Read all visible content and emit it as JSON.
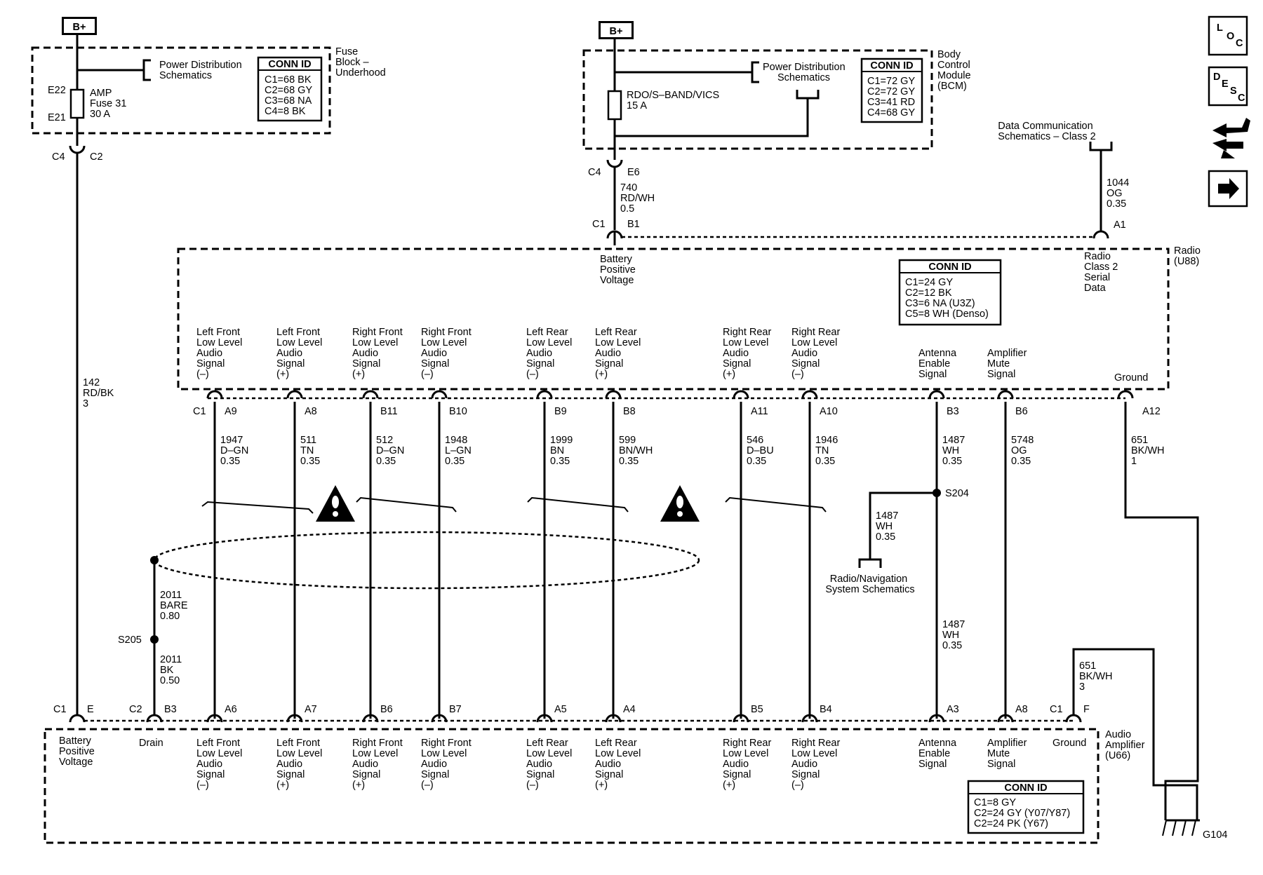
{
  "top": {
    "bplus_left": "B+",
    "bplus_mid": "B+"
  },
  "fuse_block": {
    "title_lines": [
      "Fuse",
      "Block –",
      "Underhood"
    ],
    "pds_lines": [
      "Power Distribution",
      "Schematics"
    ],
    "conn_title": "CONN ID",
    "conn_lines": [
      "C1=68 BK",
      "C2=68 GY",
      "C3=68 NA",
      "C4=8 BK"
    ],
    "fuse_lines": [
      "AMP",
      "Fuse 31",
      "30 A"
    ],
    "e22": "E22",
    "e21": "E21",
    "c4": "C4",
    "c2": "C2"
  },
  "bcm": {
    "title_lines": [
      "Body",
      "Control",
      "Module",
      "(BCM)"
    ],
    "pds_lines": [
      "Power Distribution",
      "Schematics"
    ],
    "conn_title": "CONN ID",
    "conn_lines": [
      "C1=72 GY",
      "C2=72 GY",
      "C3=41 RD",
      "C4=68 GY"
    ],
    "fuse_lines": [
      "RDO/S–BAND/VICS",
      "15 A"
    ],
    "c4": "C4",
    "e6": "E6"
  },
  "radio": {
    "title_lines": [
      "Radio",
      "(U88)"
    ],
    "conn_title": "CONN ID",
    "conn_lines": [
      "C1=24 GY",
      "C2=12 BK",
      "C3=6 NA (U3Z)",
      "C5=8 WH (Denso)"
    ],
    "bpv_lines": [
      "Battery",
      "Positive",
      "Voltage"
    ],
    "serial_lines": [
      "Radio",
      "Class 2",
      "Serial",
      "Data"
    ],
    "c1_b1": "C1",
    "b1": "B1",
    "a1": "A1",
    "ground": "Ground",
    "c1_row": "C1"
  },
  "data_comm": {
    "lines": [
      "Data Communication",
      "Schematics – Class 2"
    ],
    "wire_lines": [
      "1044",
      "OG",
      "0.35"
    ]
  },
  "bcm_wire": {
    "lines": [
      "740",
      "RD/WH",
      "0.5"
    ]
  },
  "left_wire": {
    "lines": [
      "142",
      "RD/BK",
      "3"
    ]
  },
  "signals": [
    {
      "label": [
        "Left Front",
        "Low Level",
        "Audio",
        "Signal",
        "(–)"
      ],
      "radio_pin": "A9",
      "wire": [
        "1947",
        "D–GN",
        "0.35"
      ],
      "amp_pin": "A6"
    },
    {
      "label": [
        "Left Front",
        "Low Level",
        "Audio",
        "Signal",
        "(+)"
      ],
      "radio_pin": "A8",
      "wire": [
        "511",
        "TN",
        "0.35"
      ],
      "amp_pin": "A7"
    },
    {
      "label": [
        "Right Front",
        "Low Level",
        "Audio",
        "Signal",
        "(+)"
      ],
      "radio_pin": "B11",
      "wire": [
        "512",
        "D–GN",
        "0.35"
      ],
      "amp_pin": "B6"
    },
    {
      "label": [
        "Right Front",
        "Low Level",
        "Audio",
        "Signal",
        "(–)"
      ],
      "radio_pin": "B10",
      "wire": [
        "1948",
        "L–GN",
        "0.35"
      ],
      "amp_pin": "B7"
    },
    {
      "label": [
        "Left Rear",
        "Low Level",
        "Audio",
        "Signal",
        "(–)"
      ],
      "radio_pin": "B9",
      "wire": [
        "1999",
        "BN",
        "0.35"
      ],
      "amp_pin": "A5"
    },
    {
      "label": [
        "Left Rear",
        "Low Level",
        "Audio",
        "Signal",
        "(+)"
      ],
      "radio_pin": "B8",
      "wire": [
        "599",
        "BN/WH",
        "0.35"
      ],
      "amp_pin": "A4"
    },
    {
      "label": [
        "Right Rear",
        "Low Level",
        "Audio",
        "Signal",
        "(+)"
      ],
      "radio_pin": "A11",
      "wire": [
        "546",
        "D–BU",
        "0.35"
      ],
      "amp_pin": "B5"
    },
    {
      "label": [
        "Right Rear",
        "Low Level",
        "Audio",
        "Signal",
        "(–)"
      ],
      "radio_pin": "A10",
      "wire": [
        "1946",
        "TN",
        "0.35"
      ],
      "amp_pin": "B4"
    },
    {
      "label": [
        "Antenna",
        "Enable",
        "Signal"
      ],
      "radio_pin": "B3",
      "wire": [
        "1487",
        "WH",
        "0.35"
      ],
      "amp_pin": "A3"
    },
    {
      "label": [
        "Amplifier",
        "Mute",
        "Signal"
      ],
      "radio_pin": "B6",
      "wire": [
        "5748",
        "OG",
        "0.35"
      ],
      "amp_pin": "A8"
    }
  ],
  "radio_ground_wire": [
    "651",
    "BK/WH",
    "1"
  ],
  "s204": "S204",
  "nav_wire": [
    "1487",
    "WH",
    "0.35"
  ],
  "nav_lines": [
    "Radio/Navigation",
    "System Schematics"
  ],
  "antenna_lower_wire": [
    "1487",
    "WH",
    "0.35"
  ],
  "drain": {
    "upper_wire": [
      "2011",
      "BARE",
      "0.80"
    ],
    "s205": "S205",
    "lower_wire": [
      "2011",
      "BK",
      "0.50"
    ],
    "c2": "C2",
    "pin": "B3",
    "label": "Drain"
  },
  "amplifier": {
    "title_lines": [
      "Audio",
      "Amplifier",
      "(U66)"
    ],
    "conn_title": "CONN ID",
    "conn_lines": [
      "C1=8 GY",
      "C2=24 GY (Y07/Y87)",
      "C2=24 PK (Y67)"
    ],
    "bpv_lines": [
      "Battery",
      "Positive",
      "Voltage"
    ],
    "c1": "C1",
    "e": "E",
    "ground_c1": "C1",
    "ground_pin": "F",
    "ground_label": "Ground"
  },
  "amp_ground_wire": [
    "651",
    "BK/WH",
    "3"
  ],
  "g104": "G104",
  "icons": {
    "loc": [
      "L",
      "O",
      "C"
    ],
    "desc": [
      "D",
      "E",
      "S",
      "C"
    ]
  }
}
